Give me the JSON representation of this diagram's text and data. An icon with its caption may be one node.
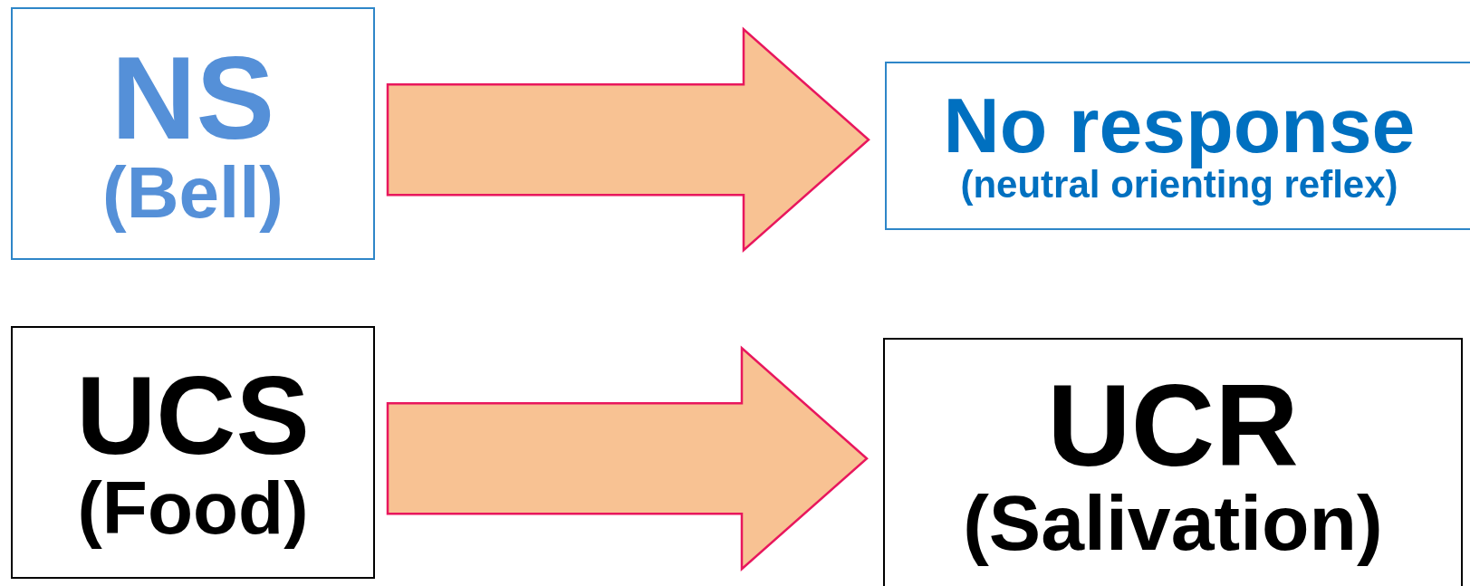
{
  "diagram": {
    "nodes": [
      {
        "text": [
          "NS",
          "(Bell)"
        ]
      },
      {
        "text": [
          "No response",
          "(neutral orienting reflex)"
        ]
      },
      {
        "text": [
          "UCS",
          "(Food)"
        ]
      },
      {
        "text": [
          "UCR",
          "(Salivation)"
        ]
      }
    ],
    "edges": [
      {
        "from": 0,
        "to": 1,
        "arrow": "to"
      },
      {
        "from": 2,
        "to": 3,
        "arrow": "to"
      }
    ]
  }
}
